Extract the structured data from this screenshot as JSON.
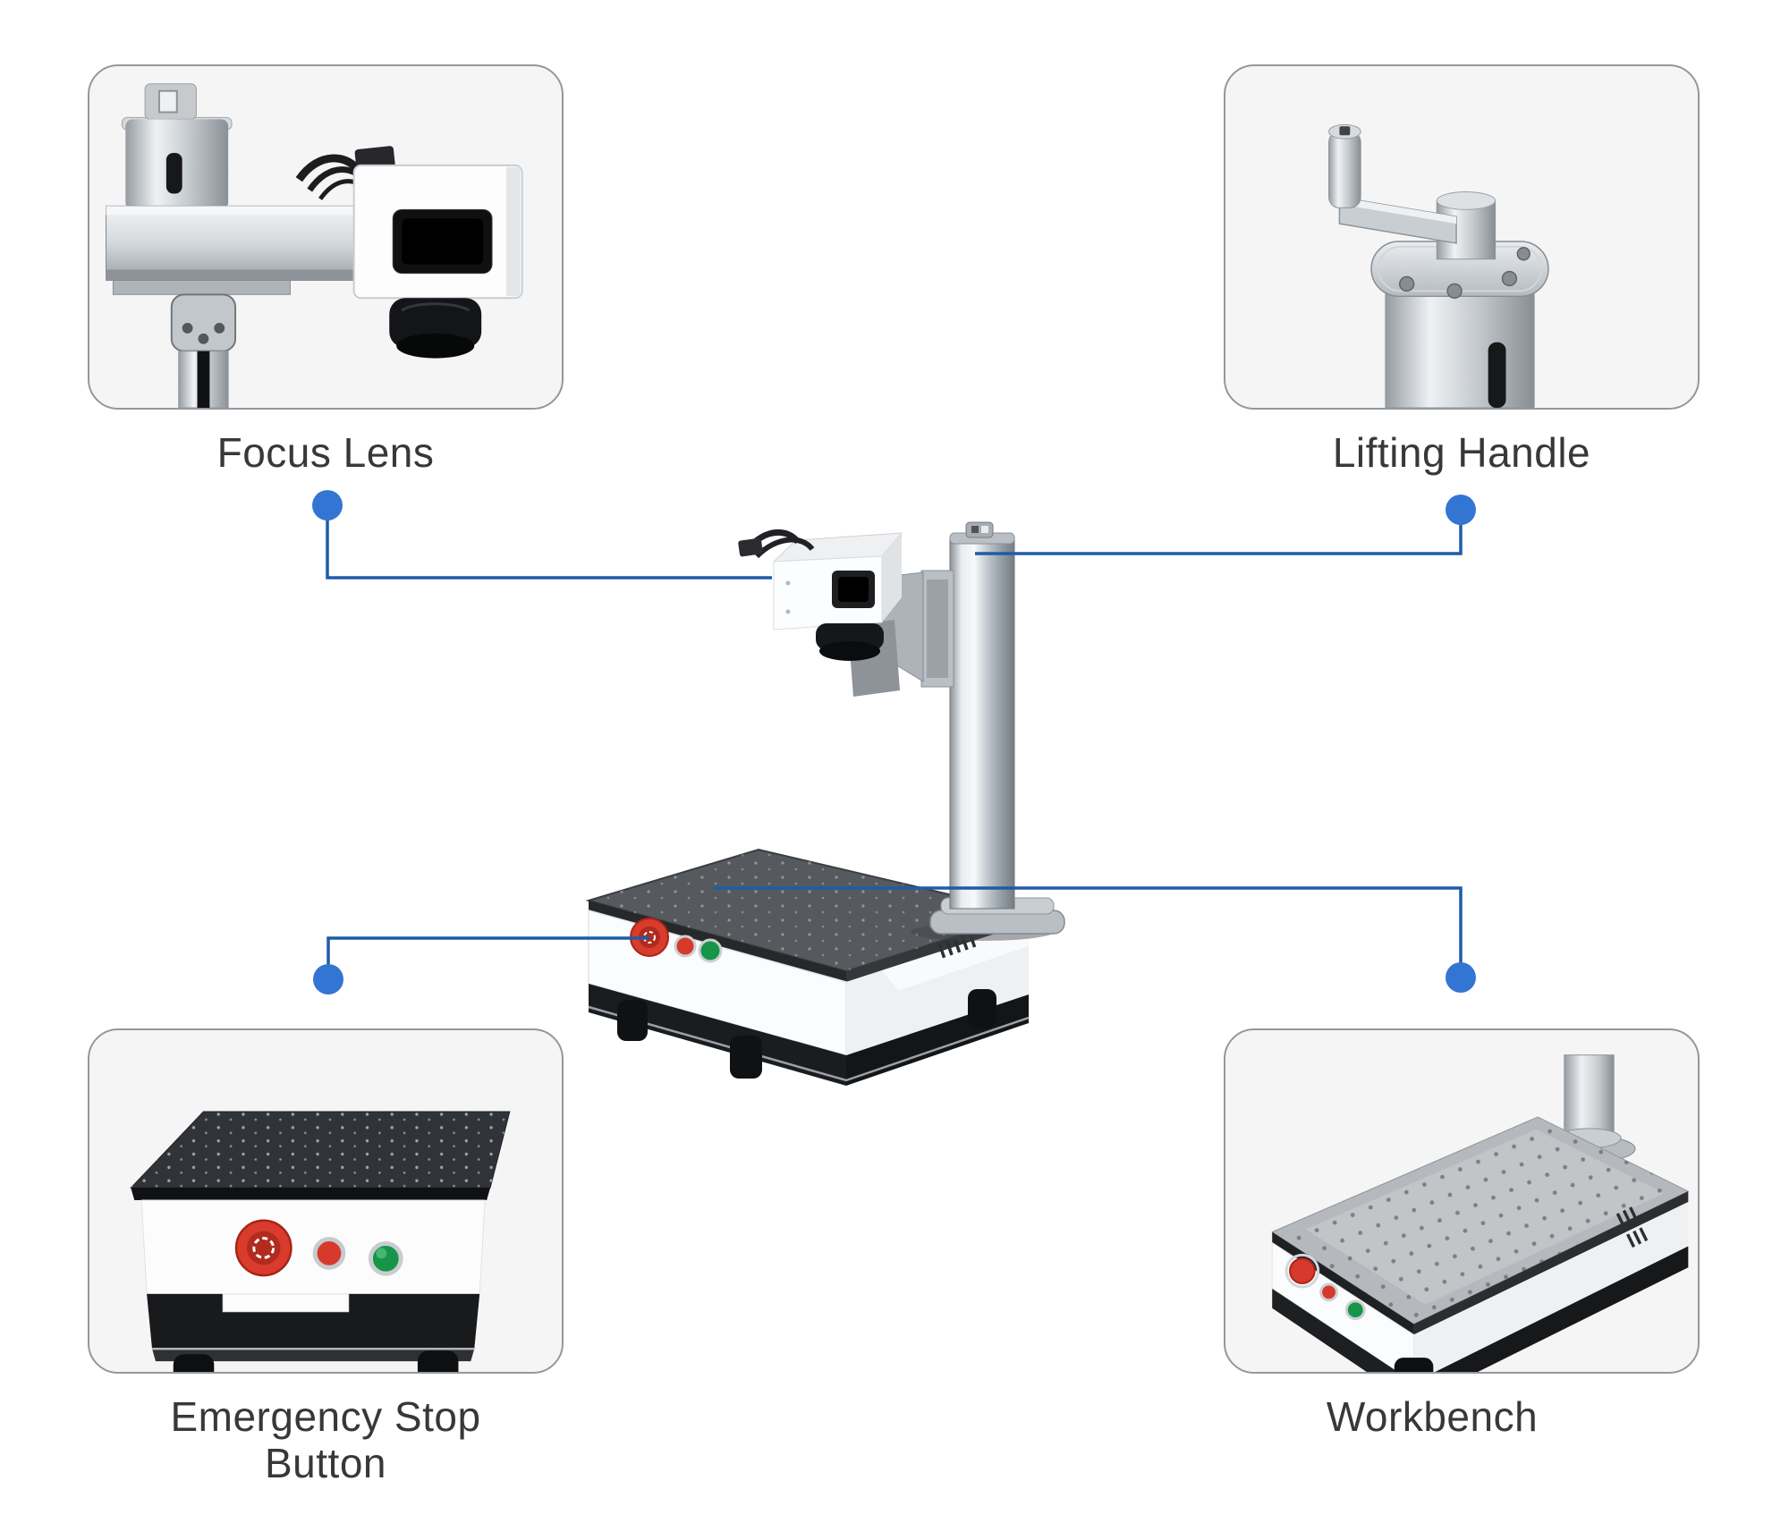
{
  "colors": {
    "connector_line": "#1e5ca8",
    "connector_dot": "#3375d2",
    "label_text": "#383838",
    "panel_bg": "#f5f5f6",
    "panel_border": "#95979a",
    "estop_red": "#d63a2c",
    "start_green": "#169549"
  },
  "callouts": {
    "focus_lens": {
      "label": "Focus Lens"
    },
    "lifting_handle": {
      "label": "Lifting Handle"
    },
    "emergency_stop": {
      "label_line1": "Emergency Stop",
      "label_line2": "Button"
    },
    "workbench": {
      "label": "Workbench"
    }
  }
}
